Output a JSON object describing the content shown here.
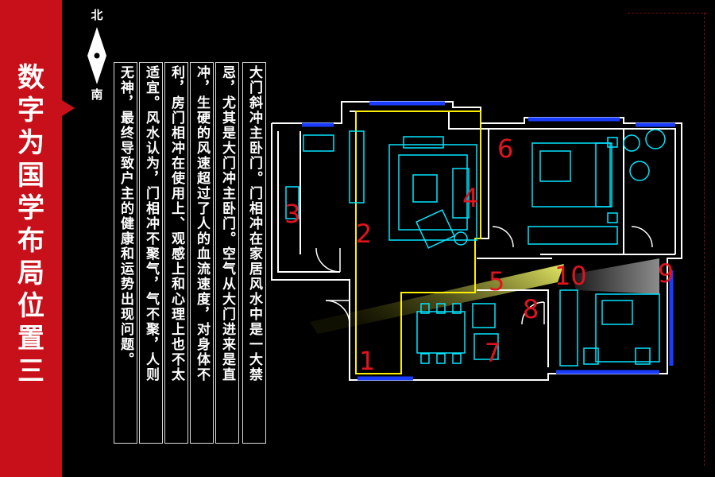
{
  "sidebar": {
    "title_chars": [
      "数",
      "字",
      "为",
      "国",
      "学",
      "布",
      "局",
      "位",
      "置",
      "三"
    ]
  },
  "compass": {
    "north": "北",
    "south": "南"
  },
  "text_columns": [
    "大门斜冲主卧门。门相冲在家居风水中是一大禁",
    "忌，尤其是大门冲主卧门。空气从大门进来是直",
    "冲，生硬的风速超过了人的血流速度，对身体不",
    "利，房门相冲在使用上、观感上和心理上也不太",
    "适宜。风水认为，门相冲不聚气，气不聚，人则",
    "无神，最终导致户主的健康和运势出现问题。"
  ],
  "floor_plan": {
    "room_numbers": [
      "1",
      "2",
      "3",
      "4",
      "5",
      "6",
      "7",
      "8",
      "9",
      "10"
    ],
    "colors": {
      "walls": "#ffffff",
      "furniture": "#00e5ff",
      "windows": "#1a3cff",
      "living_outline": "#ffee00",
      "numbers": "#e0141e",
      "light_beam": "#e8ef3a"
    }
  },
  "theme": {
    "accent": "#c8101a",
    "background": "#000000"
  }
}
